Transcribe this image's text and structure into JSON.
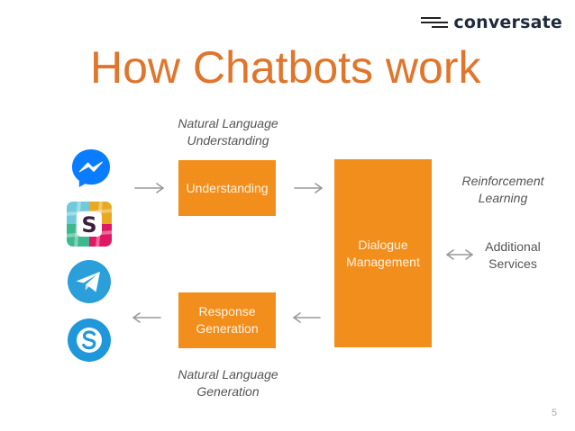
{
  "brand": {
    "name": "conversate"
  },
  "slide": {
    "title": "How Chatbots work",
    "page_number": "5"
  },
  "labels": {
    "nlu_line1": "Natural Language",
    "nlu_line2": "Understanding",
    "nlg_line1": "Natural Language",
    "nlg_line2": "Generation",
    "rl_line1": "Reinforcement",
    "rl_line2": "Learning",
    "services_line1": "Additional",
    "services_line2": "Services"
  },
  "boxes": {
    "understanding": "Understanding",
    "dialogue_line1": "Dialogue",
    "dialogue_line2": "Management",
    "response_line1": "Response",
    "response_line2": "Generation"
  },
  "icons": {
    "messenger": "messenger-icon",
    "slack": "slack-icon",
    "telegram": "telegram-icon",
    "skype": "skype-icon"
  },
  "colors": {
    "accent": "#e0752b",
    "box": "#f28e1c",
    "messenger": "#0a7cff",
    "telegram": "#2a9fd9",
    "skype": "#1e98db"
  }
}
